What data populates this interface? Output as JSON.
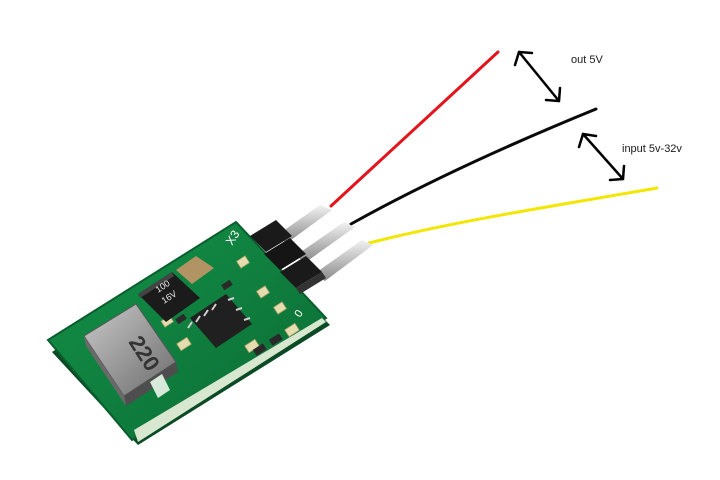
{
  "annotations": {
    "output_label": "out 5V",
    "input_label": "input 5v-32v"
  },
  "board": {
    "header_silk": "X3",
    "header_pin_mark": "0",
    "inductor_marking": "220",
    "capacitor_marking_line1": "100",
    "capacitor_marking_line2": "16V"
  },
  "wires": [
    {
      "name": "red-wire",
      "color": "#e3141b"
    },
    {
      "name": "black-wire",
      "color": "#0a0a0a"
    },
    {
      "name": "yellow-wire",
      "color": "#f3e600"
    }
  ],
  "colors": {
    "pcb": "#0c7a3a",
    "pcb_edge": "#0a5e2d",
    "arrow": "#000000"
  },
  "icons": [
    "double-arrow-icon"
  ]
}
